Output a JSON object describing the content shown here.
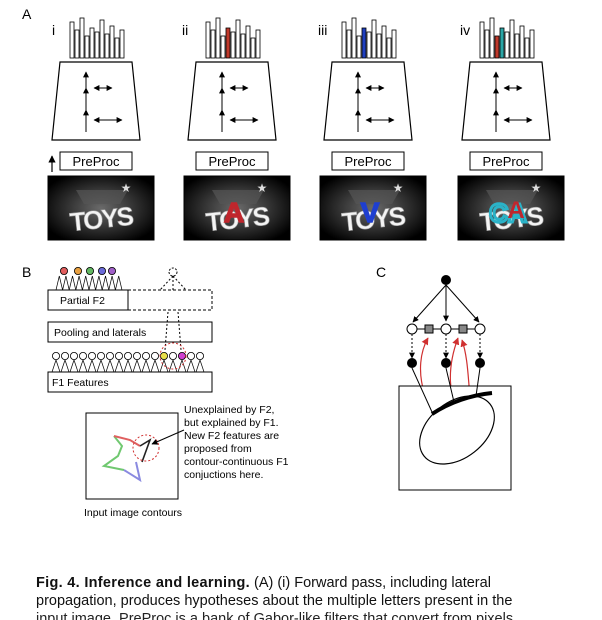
{
  "panels": {
    "A": {
      "label": "A",
      "columns": [
        {
          "id": "i",
          "label": "i",
          "highlight": null,
          "letter": null,
          "preproc": "PreProc",
          "input_arrow": true
        },
        {
          "id": "ii",
          "label": "ii",
          "highlight": "#c0392b",
          "letter": "A",
          "letter_color": "#c0262d",
          "preproc": "PreProc",
          "input_arrow": false
        },
        {
          "id": "iii",
          "label": "iii",
          "highlight": "#1f3fbf",
          "letter": "V",
          "letter_color": "#1f3fd0",
          "preproc": "PreProc",
          "input_arrow": false
        },
        {
          "id": "iv",
          "label": "iv",
          "highlight": "#2aa6a6",
          "letter": "CA",
          "letter_color": "#2bb3c8",
          "preproc": "PreProc",
          "input_arrow": false
        }
      ],
      "image_text": "TOYS"
    },
    "B": {
      "label": "B",
      "partial_f2": "Partial F2",
      "pooling": "Pooling and laterals",
      "f1": "F1 Features",
      "annotation": [
        "Unexplained by F2,",
        "but explained by F1.",
        "New F2 features are",
        "proposed from",
        "contour-continuous F1",
        "conjuctions here."
      ],
      "inset_caption": "Input image contours",
      "node_colors": [
        "#e05c5c",
        "#e8a040",
        "#62b862",
        "#6a6ad8",
        "#a060c8"
      ]
    },
    "C": {
      "label": "C"
    }
  },
  "caption": {
    "lead": "Fig. 4. Inference and learning.",
    "line1": " (A) (i) Forward pass, including lateral",
    "line2": "propagation, produces hypotheses about the multiple letters present in the",
    "line3_fragment": "input image. PreProc is a bank of Gabor-like filters that convert from pixels"
  },
  "colors": {
    "red": "#c0262d",
    "blue": "#1f3fd0",
    "cyan": "#2bb3c8",
    "yellow": "#e8e04a",
    "magenta": "#d040d0",
    "red_arrow": "#d03030"
  }
}
